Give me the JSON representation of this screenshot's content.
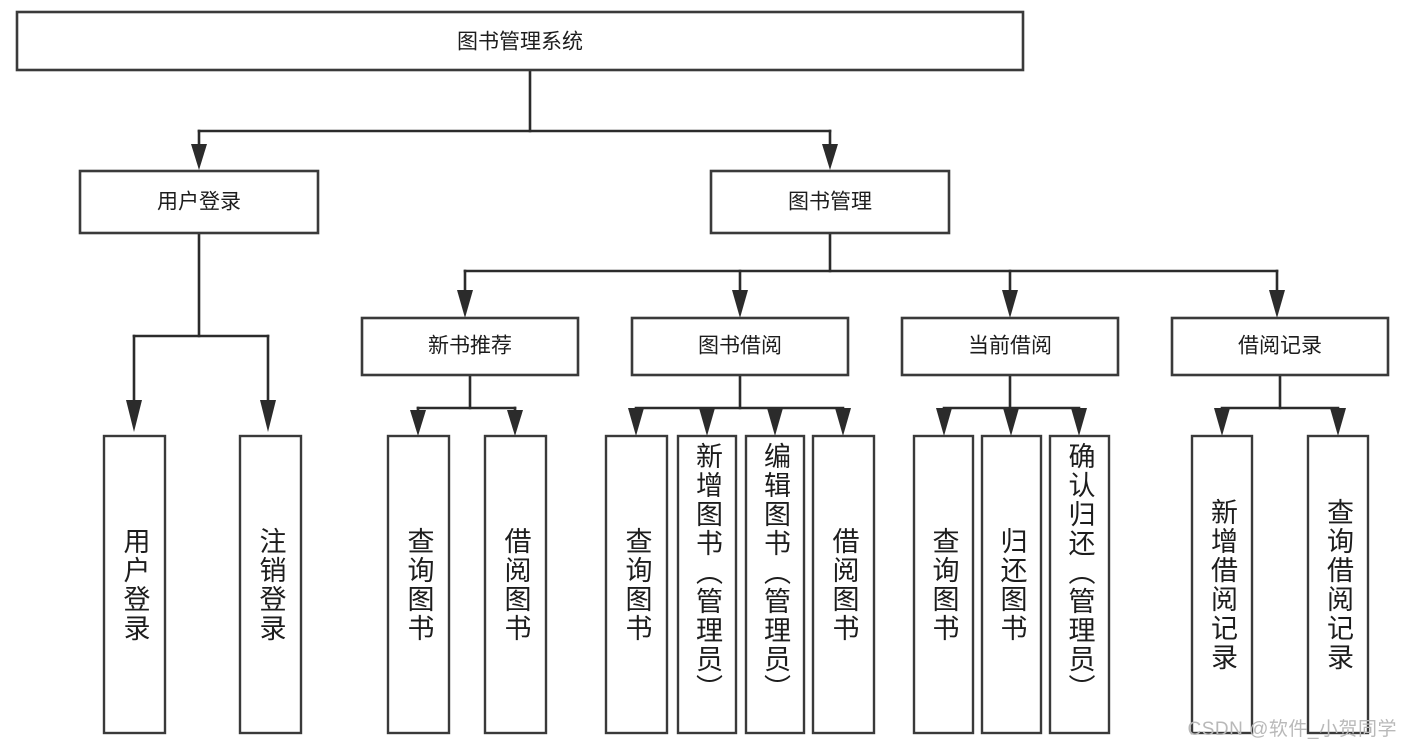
{
  "diagram": {
    "type": "tree-hierarchy-diagram",
    "title": "图书管理系统",
    "watermark": "CSDN @软件_小贺同学",
    "colors": {
      "background": "#ffffff",
      "box_fill": "#ffffff",
      "box_stroke": "#3a3a3a",
      "edge_stroke": "#2b2b2b",
      "text": "#1d1d1d",
      "watermark_text": "#b9b9b9"
    },
    "root": {
      "label": "图书管理系统"
    },
    "level2": [
      {
        "id": "user-login",
        "label": "用户登录"
      },
      {
        "id": "book-manage",
        "label": "图书管理"
      }
    ],
    "level3": [
      {
        "id": "new-book-recommend",
        "label": "新书推荐",
        "parent": "book-manage"
      },
      {
        "id": "book-borrow",
        "label": "图书借阅",
        "parent": "book-manage"
      },
      {
        "id": "current-borrow",
        "label": "当前借阅",
        "parent": "book-manage"
      },
      {
        "id": "borrow-record",
        "label": "借阅记录",
        "parent": "book-manage"
      }
    ],
    "leaves": [
      {
        "id": "leaf-user-login",
        "label": "用户登录",
        "parent": "user-login"
      },
      {
        "id": "leaf-logout-login",
        "label": "注销登录",
        "parent": "user-login"
      },
      {
        "id": "leaf-query-book-1",
        "label": "查询图书",
        "parent": "new-book-recommend"
      },
      {
        "id": "leaf-borrow-book-1",
        "label": "借阅图书",
        "parent": "new-book-recommend"
      },
      {
        "id": "leaf-query-book-2",
        "label": "查询图书",
        "parent": "book-borrow"
      },
      {
        "id": "leaf-add-book",
        "label": "新增图书（管理员）",
        "parent": "book-borrow"
      },
      {
        "id": "leaf-edit-book",
        "label": "编辑图书（管理员）",
        "parent": "book-borrow"
      },
      {
        "id": "leaf-borrow-book-2",
        "label": "借阅图书",
        "parent": "book-borrow"
      },
      {
        "id": "leaf-query-book-3",
        "label": "查询图书",
        "parent": "current-borrow"
      },
      {
        "id": "leaf-return-book",
        "label": "归还图书",
        "parent": "current-borrow"
      },
      {
        "id": "leaf-confirm-return",
        "label": "确认归还（管理员）",
        "parent": "current-borrow"
      },
      {
        "id": "leaf-add-record",
        "label": "新增借阅记录",
        "parent": "borrow-record"
      },
      {
        "id": "leaf-query-record",
        "label": "查询借阅记录",
        "parent": "borrow-record"
      }
    ]
  }
}
